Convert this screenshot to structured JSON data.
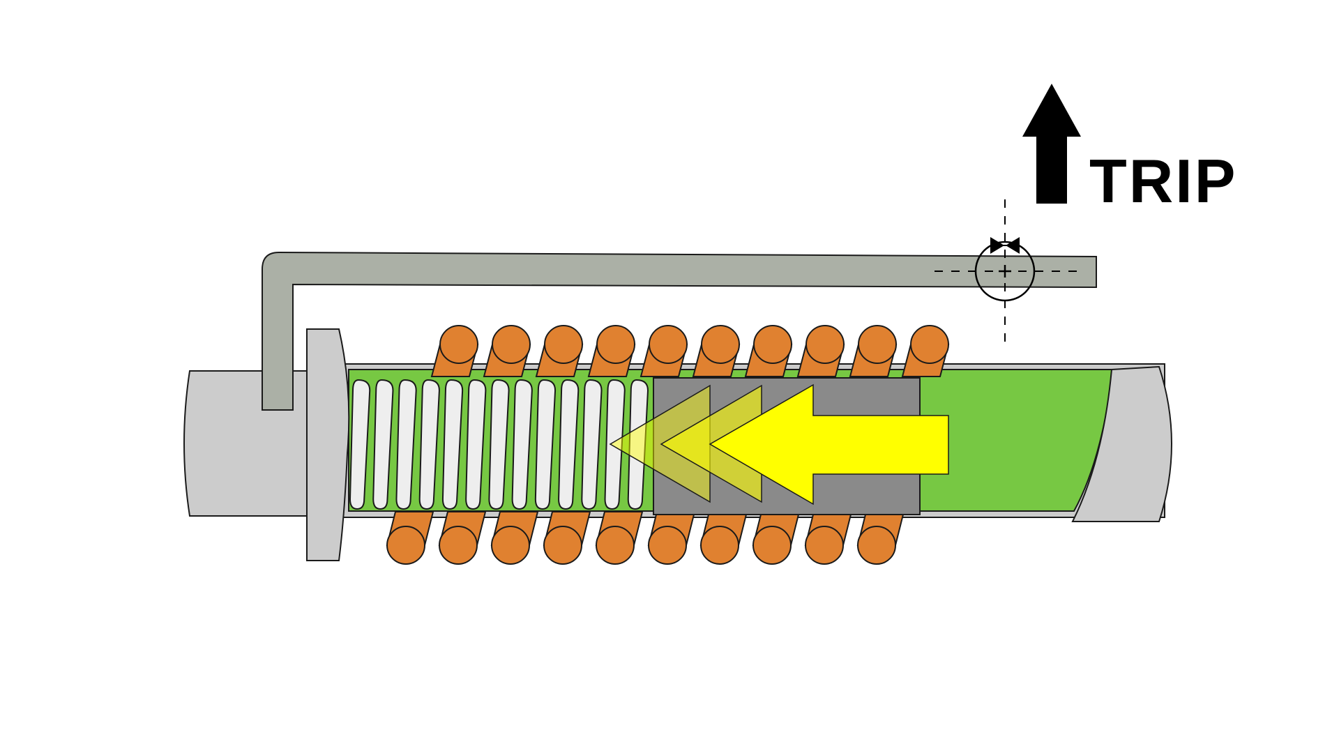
{
  "trip_label": "TRIP",
  "colors": {
    "background": "#ffffff",
    "outline": "#1a1a1a",
    "end_caps": "#cccccc",
    "trip_lever": "#abb0a6",
    "fluid": "#77c843",
    "plunger": "#8a8a8a",
    "spring": "#eeeeee",
    "coil": "#e08130",
    "flow_arrow": "#ffff00",
    "trip_arrow": "#000000"
  },
  "coil_turn_count": 10,
  "spring_turn_count": 13,
  "icons": [
    "up-arrow-icon",
    "pivot-icon",
    "flow-arrow-icon"
  ]
}
